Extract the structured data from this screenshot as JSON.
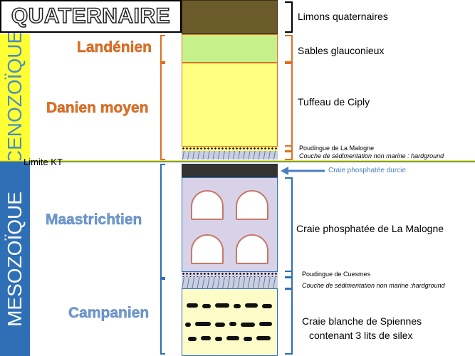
{
  "eras": {
    "cenozoic": {
      "label": "CENOZOÏQUE",
      "color": "#ffff33",
      "text_color": "#4a90c0"
    },
    "mesozoic": {
      "label": "MESOZOÏQUE",
      "color": "#2f6fb5",
      "text_color": "#ffffff"
    }
  },
  "header": {
    "title": "QUATERNAIRE"
  },
  "stages": [
    {
      "label": "Landénien",
      "color": "#e07020"
    },
    {
      "label": "Danien moyen",
      "color": "#e07020"
    },
    {
      "label": "Maastrichtien",
      "color": "#6f9bd3"
    },
    {
      "label": "Campanien",
      "color": "#6f9bd3"
    }
  ],
  "boundary": {
    "label": "Limite KT"
  },
  "descriptions": {
    "limons": "Limons quaternaires",
    "sables": "Sables glauconieux",
    "tuffeau": "Tuffeau de Ciply",
    "poudingue_malogne": "Poudingue de La Malogne",
    "hardground_1": "Couche de sédimentation non marine : hardground",
    "craie_durcie": "Craie phosphatée durcie",
    "craie_malogne": "Craie phosphatée de La Malogne",
    "poudingue_cuesmes": "Poudingue de Cuesmes",
    "hardground_2": "Couche de sédimentation non marine :hardground",
    "craie_spiennes_1": "Craie blanche de Spiennes",
    "craie_spiennes_2": "contenant 3 lits de silex"
  },
  "colors": {
    "limons": "#6b5a2a",
    "sables": "#c6f08a",
    "tuffeau": "#ffff80",
    "craie_durcie": "#333333",
    "craie_malogne": "#d8d2e8",
    "craie_spiennes": "#fdfcc8",
    "cenozoic_bracket": "#e07020",
    "mesozoic_bracket": "#2f6fb5",
    "arrow": "#4a7fc0"
  }
}
